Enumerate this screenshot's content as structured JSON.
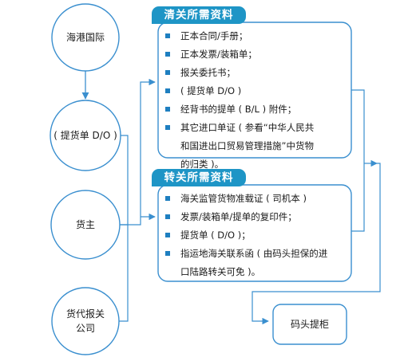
{
  "nodes": {
    "haigang": "海港国际",
    "tihuodan": "( 提货单 D/O )",
    "huozhu": "货主",
    "huodai_line1": "货代报关",
    "huodai_line2": "公司",
    "matou": "码头提柜"
  },
  "customs_clearance": {
    "title": "清关所需资料",
    "items": [
      "正本合同/手册；",
      "正本发票/装箱单；",
      "报关委托书；",
      "( 提货单 D/O )",
      "经背书的提单 ( B/L ) 附件；",
      "其它进口单证 ( 参看“中华人民共",
      "和国进出口贸易管理措施”中货物",
      "的归类 )。"
    ]
  },
  "transfer": {
    "title": "转关所需资料",
    "items": [
      "海关监管货物准载证 ( 司机本 )",
      "发票/装箱单/提单的复印件；",
      "提货单 ( D/O )；",
      "指运地海关联系函 ( 由码头担保的进",
      "口陆路转关可免 )。"
    ]
  },
  "colors": {
    "accent": "#1e95c6",
    "line": "#3a8fcf",
    "bullet": "#1e7fc0"
  }
}
